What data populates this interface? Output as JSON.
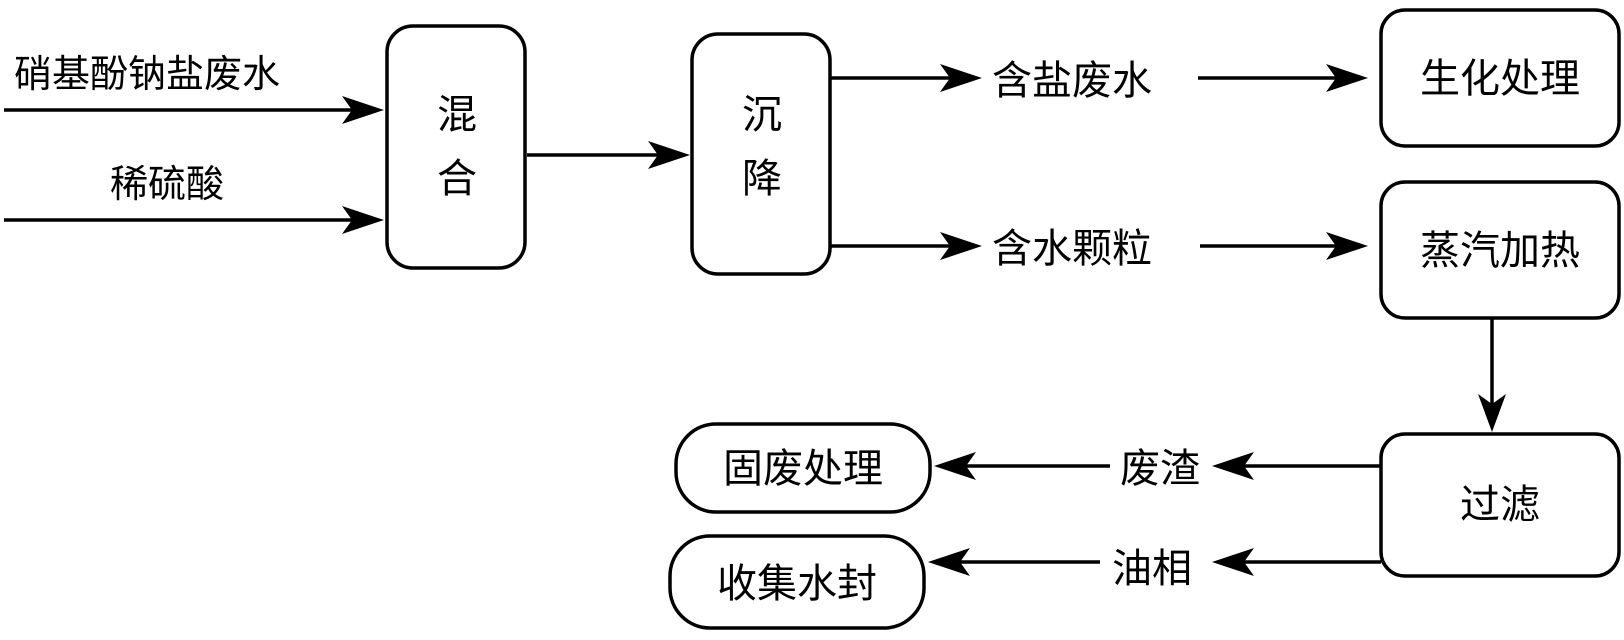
{
  "inputs": {
    "nitrophenol_wastewater": "硝基酚钠盐废水",
    "dilute_sulfuric_acid": "稀硫酸"
  },
  "steps": {
    "mix_line1": "混",
    "mix_line2": "合",
    "settle_line1": "沉",
    "settle_line2": "降",
    "biochem": "生化处理",
    "steam_heat": "蒸汽加热",
    "filter": "过滤",
    "solid_waste": "固废处理",
    "collect_seal": "收集水封"
  },
  "streams": {
    "salty_water": "含盐废水",
    "wet_particles": "含水颗粒",
    "residue": "废渣",
    "oil_phase": "油相"
  }
}
